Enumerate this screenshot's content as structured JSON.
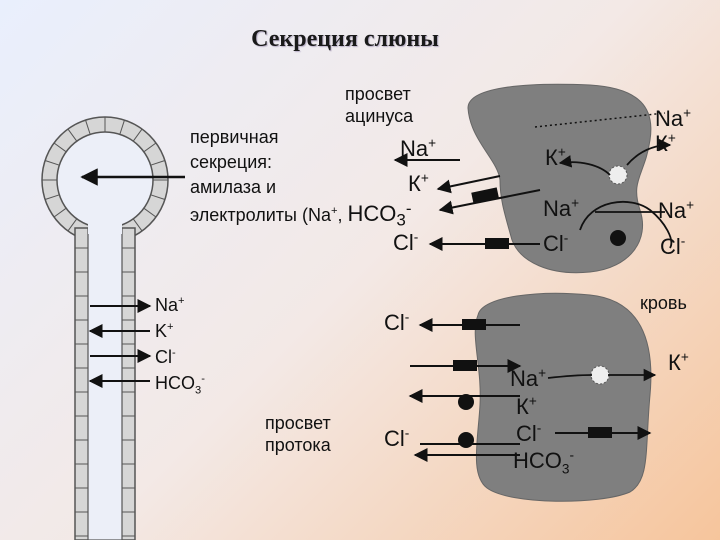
{
  "title": "Секреция слюны",
  "labels": {
    "acinus_lumen": "просвет\nацинуса",
    "primary_line1": "первичная",
    "primary_line2": "секреция:",
    "primary_line3": "амилаза и",
    "primary_line4": "электролиты (Na",
    "duct_lumen": "просвет\nпротока",
    "blood": "кровь"
  },
  "ions": {
    "na": "Na",
    "k": "K",
    "k_cyr": "К",
    "cl": "Cl",
    "hco3": "HCO",
    "plus": "+",
    "minus": "-",
    "sub3": "3",
    "comma": ", "
  }
}
